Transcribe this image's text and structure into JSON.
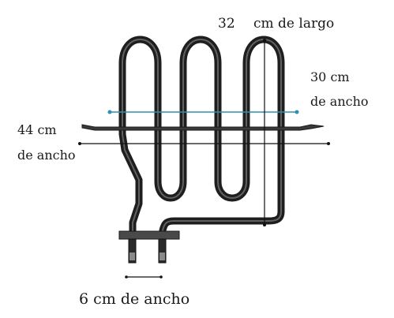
{
  "labels": {
    "length_value": "32",
    "length_text": "cm de largo",
    "inner_width_value": "30 cm",
    "inner_width_text": "de ancho",
    "outer_width_value": "44 cm",
    "outer_width_text": "de ancho",
    "terminal_width": "6 cm de ancho"
  },
  "colors": {
    "element": "#2a2a2a",
    "element_highlight": "#8a8a8a",
    "blue_dimension": "#2f8fb0",
    "black_dimension": "#111111",
    "background": "#ffffff"
  }
}
